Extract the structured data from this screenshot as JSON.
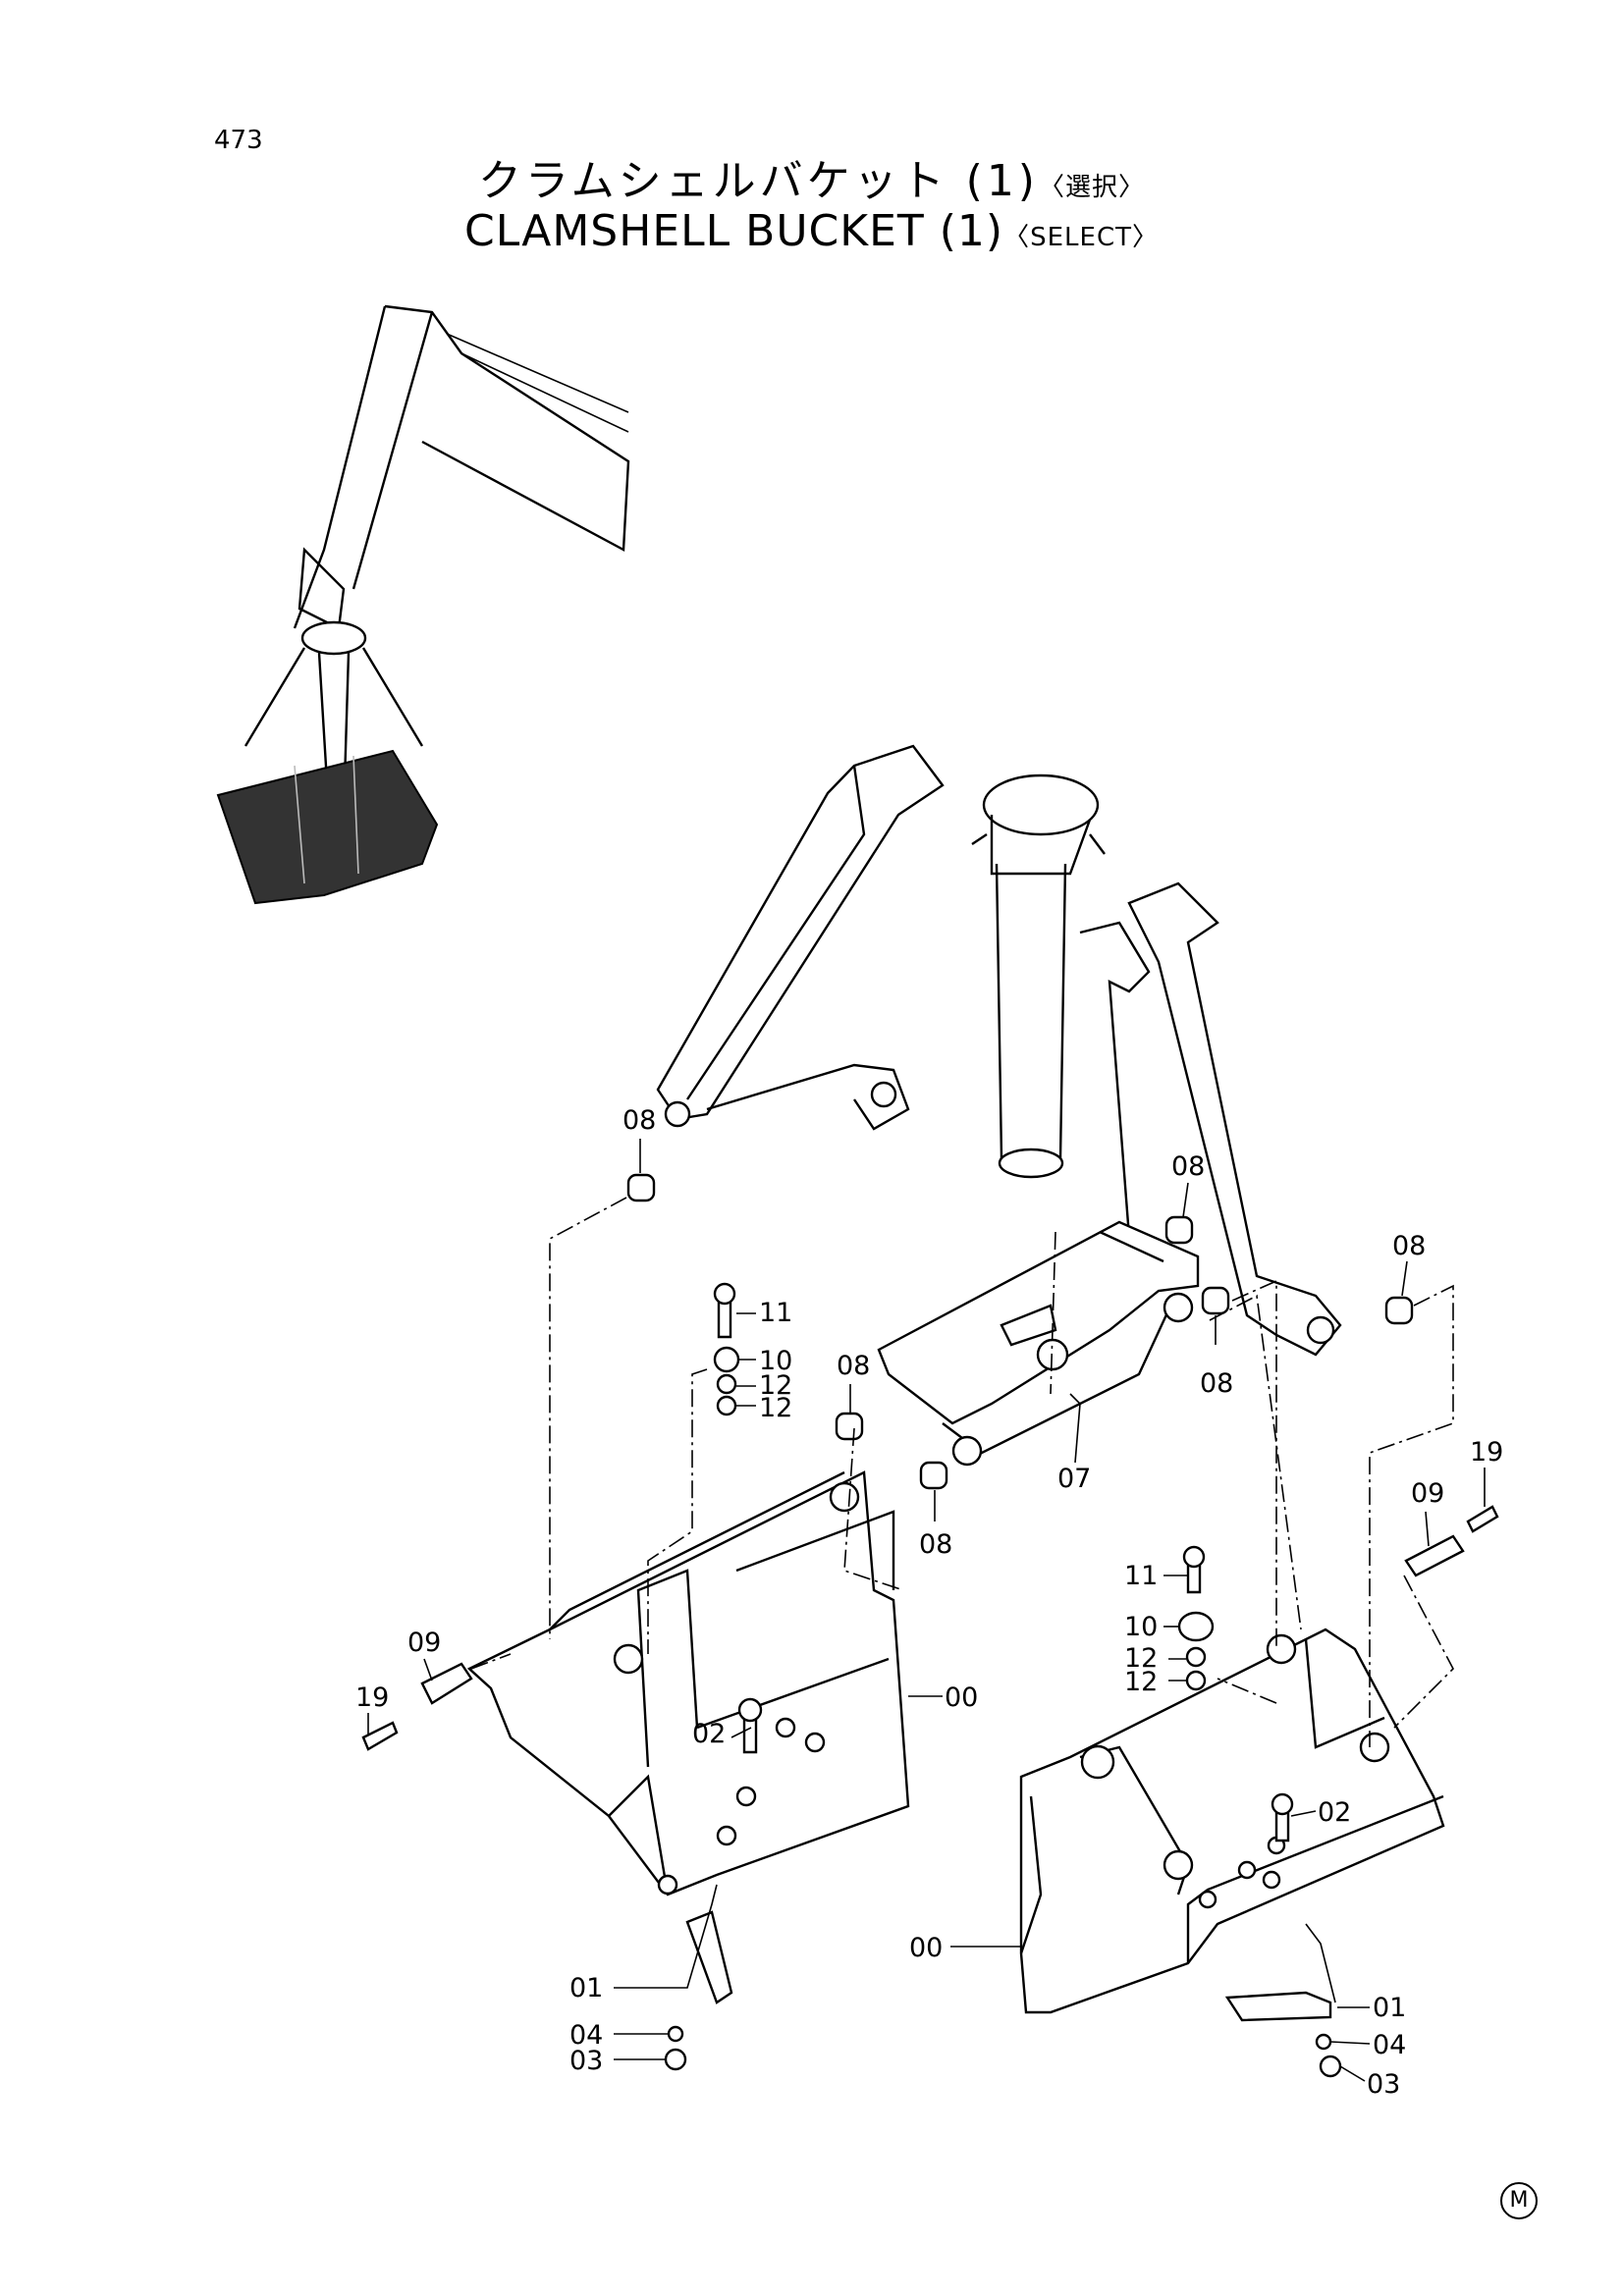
{
  "page_number": "473",
  "title": {
    "jp": "クラムシェルバケット (1)",
    "jp_suffix": "〈選択〉",
    "en": "CLAMSHELL BUCKET (1)",
    "en_suffix": "〈SELECT〉"
  },
  "callouts": {
    "c08a": "08",
    "c08b": "08",
    "c08c": "08",
    "c08d": "08",
    "c08e": "08",
    "c08f": "08",
    "c11a": "11",
    "c10a": "10",
    "c12a": "12",
    "c12b": "12",
    "c07": "07",
    "c19a": "19",
    "c09a": "09",
    "c19b": "19",
    "c09b": "09",
    "c11b": "11",
    "c10b": "10",
    "c12c": "12",
    "c12d": "12",
    "c00a": "00",
    "c02a": "02",
    "c01a": "01",
    "c04a": "04",
    "c03a": "03",
    "c02b": "02",
    "c00b": "00",
    "c01b": "01",
    "c04b": "04",
    "c03b": "03"
  },
  "footer_mark": "M"
}
